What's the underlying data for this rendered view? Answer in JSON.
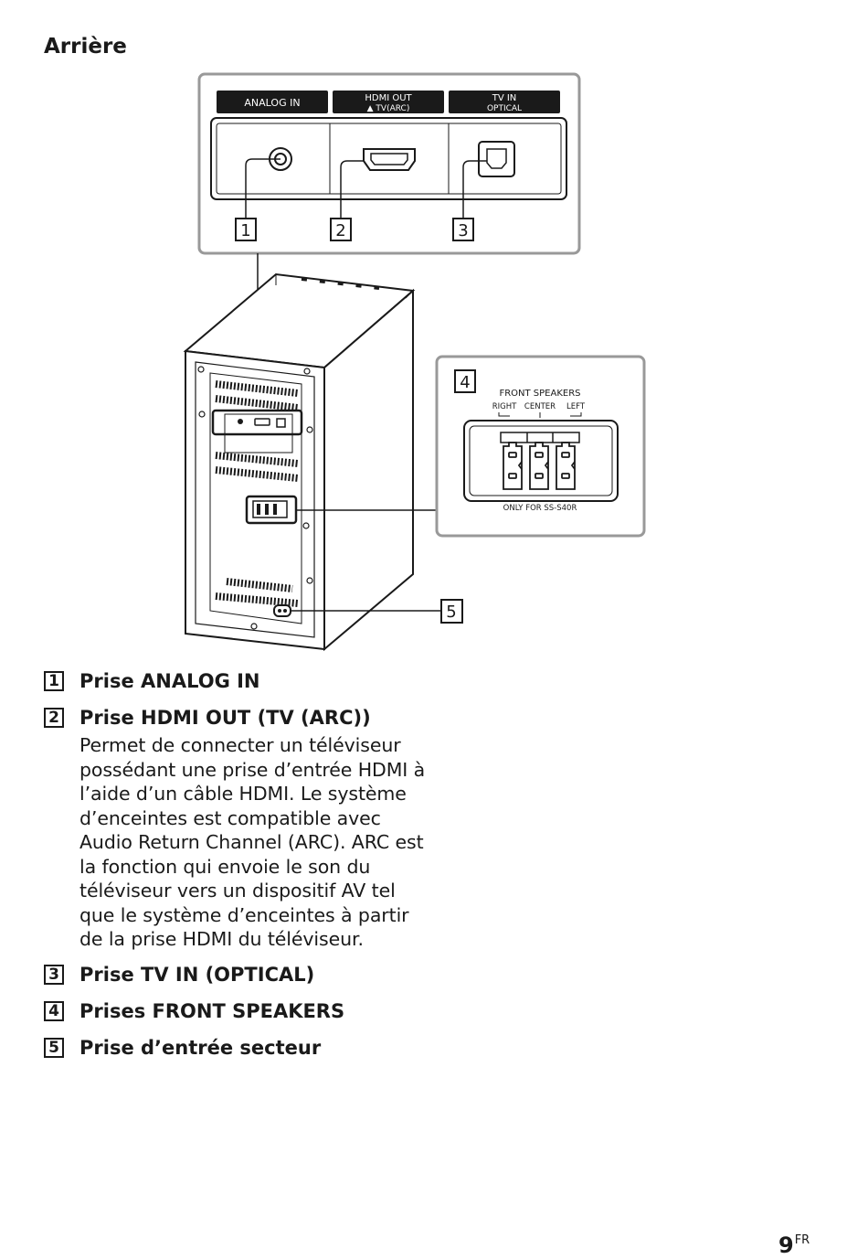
{
  "section_title": "Arrière",
  "panel": {
    "analog_label": "ANALOG IN",
    "hdmi_label_1": "HDMI OUT",
    "hdmi_label_2": "▲ TV(ARC)",
    "tv_label_1": "TV IN",
    "tv_label_2": "OPTICAL",
    "callouts": [
      "1",
      "2",
      "3"
    ]
  },
  "speaker_panel": {
    "callout": "4",
    "title": "FRONT SPEAKERS",
    "right": "RIGHT",
    "center": "CENTER",
    "left": "LEFT",
    "note": "ONLY FOR SS-S40R"
  },
  "power_callout": "5",
  "items": [
    {
      "num": "1",
      "title": "Prise ANALOG IN",
      "desc": ""
    },
    {
      "num": "2",
      "title": "Prise HDMI OUT (TV (ARC))",
      "desc": "Permet de connecter un téléviseur possédant une prise d’entrée HDMI à l’aide d’un câble HDMI. Le système d’enceintes est compatible avec Audio Return Channel (ARC). ARC est la fonction qui envoie le son du téléviseur vers un dispositif AV tel que le système d’enceintes à partir de la prise HDMI du téléviseur."
    },
    {
      "num": "3",
      "title": "Prise TV IN (OPTICAL)",
      "desc": ""
    },
    {
      "num": "4",
      "title": "Prises FRONT SPEAKERS",
      "desc": ""
    },
    {
      "num": "5",
      "title": "Prise d’entrée secteur",
      "desc": ""
    }
  ],
  "page": {
    "number": "9",
    "lang": "FR"
  }
}
